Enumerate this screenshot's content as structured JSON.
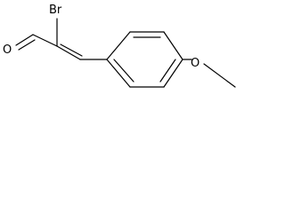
{
  "molecule": {
    "atoms": {
      "oxygen_aldehyde": "O",
      "bromine": "Br",
      "oxygen_methoxy": "O"
    },
    "colors": {
      "bond": "#000000",
      "label": "#000000",
      "background": "#ffffff"
    }
  }
}
